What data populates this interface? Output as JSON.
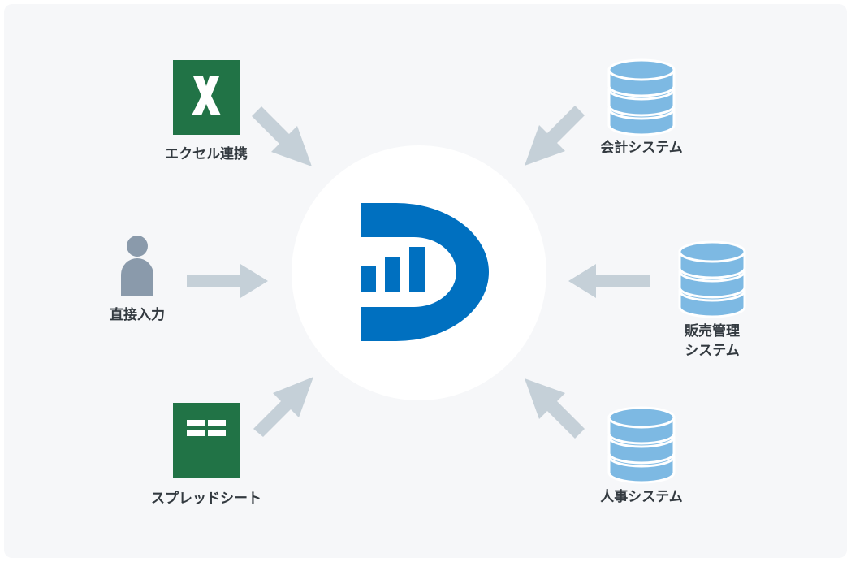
{
  "colors": {
    "background": "#f6f7f9",
    "hub_circle": "#ffffff",
    "logo_blue": "#0070c0",
    "excel_green": "#217346",
    "database_blue": "#7db9e3",
    "database_stroke": "#ffffff",
    "person_gray": "#8a9aab",
    "arrow_gray": "#c5d0d8",
    "label_text": "#333a40"
  },
  "hub": {
    "icon": "dataflow-d-logo-icon"
  },
  "sources": [
    {
      "id": "excel",
      "icon": "excel-icon",
      "label": "エクセル連携"
    },
    {
      "id": "manual",
      "icon": "person-icon",
      "label": "直接入力"
    },
    {
      "id": "spreadsheet",
      "icon": "spreadsheet-icon",
      "label": "スプレッドシート"
    },
    {
      "id": "accounting",
      "icon": "database-icon",
      "label": "会計システム"
    },
    {
      "id": "sales",
      "icon": "database-icon",
      "label_lines": [
        "販売管理",
        "システム"
      ]
    },
    {
      "id": "hr",
      "icon": "database-icon",
      "label": "人事システム"
    }
  ]
}
